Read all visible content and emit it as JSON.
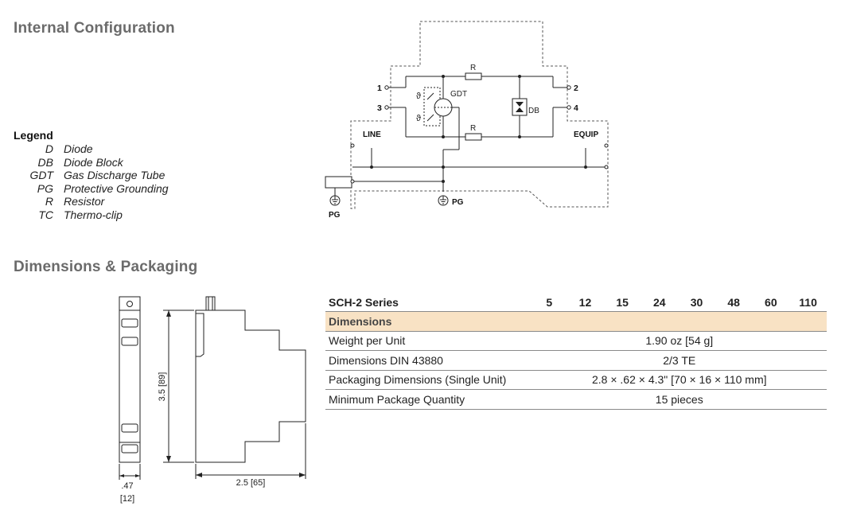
{
  "sections": {
    "internal_configuration": "Internal Configuration",
    "dimensions_packaging": "Dimensions & Packaging"
  },
  "legend": {
    "title": "Legend",
    "items": [
      {
        "abbr": "D",
        "text": "Diode"
      },
      {
        "abbr": "DB",
        "text": "Diode Block"
      },
      {
        "abbr": "GDT",
        "text": "Gas Discharge Tube"
      },
      {
        "abbr": "PG",
        "text": "Protective Grounding"
      },
      {
        "abbr": "R",
        "text": "Resistor"
      },
      {
        "abbr": "TC",
        "text": "Thermo-clip"
      }
    ]
  },
  "circuit": {
    "terminal_1": "1",
    "terminal_2": "2",
    "terminal_3": "3",
    "terminal_4": "4",
    "resistor_top": "R",
    "resistor_bottom": "R",
    "gdt": "GDT",
    "thermo_top": "ϑ",
    "thermo_bottom": "ϑ",
    "diode_block": "DB",
    "line": "LINE",
    "equip": "EQUIP",
    "pg_inner": "PG",
    "pg_outer": "PG"
  },
  "dimensions_drawing": {
    "height": "3.5 [89]",
    "depth": "2.5 [65]",
    "width_in": ".47",
    "width_mm": "[12]"
  },
  "spec_table": {
    "header": [
      "SCH-2 Series",
      "5",
      "12",
      "15",
      "24",
      "30",
      "48",
      "60",
      "110"
    ],
    "band": "Dimensions",
    "rows": [
      {
        "label": "Weight per Unit",
        "value": "1.90 oz [54 g]"
      },
      {
        "label": "Dimensions DIN 43880",
        "value": "2/3 TE"
      },
      {
        "label": "Packaging Dimensions (Single Unit)",
        "value": "2.8 × .62 × 4.3\" [70 × 16 × 110 mm]"
      },
      {
        "label": "Minimum Package Quantity",
        "value": "15 pieces"
      }
    ]
  }
}
